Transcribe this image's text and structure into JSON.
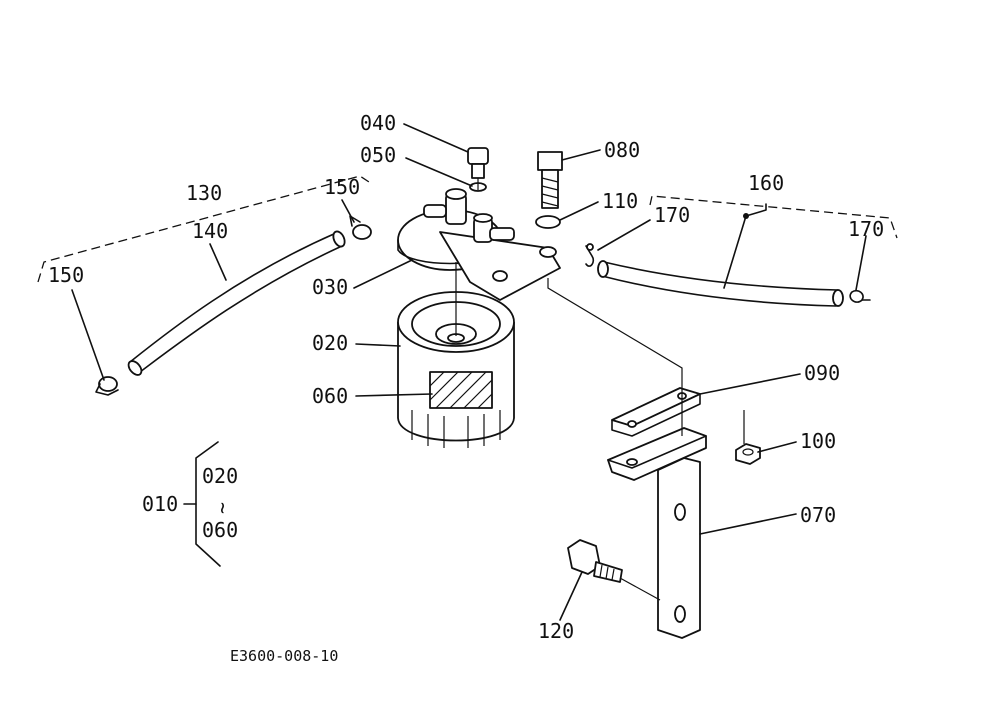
{
  "labels": {
    "p040": "040",
    "p050": "050",
    "p080": "080",
    "p110": "110",
    "p130": "130",
    "p140": "140",
    "p150a": "150",
    "p150b": "150",
    "p160": "160",
    "p170a": "170",
    "p170b": "170",
    "p030": "030",
    "p020": "020",
    "p060": "060",
    "p090": "090",
    "p100": "100",
    "p070": "070",
    "p120": "120",
    "p010": "010",
    "kit_from": "020",
    "kit_tilde": "~",
    "kit_to": "060"
  },
  "drawing_code": "E3600-008-10"
}
